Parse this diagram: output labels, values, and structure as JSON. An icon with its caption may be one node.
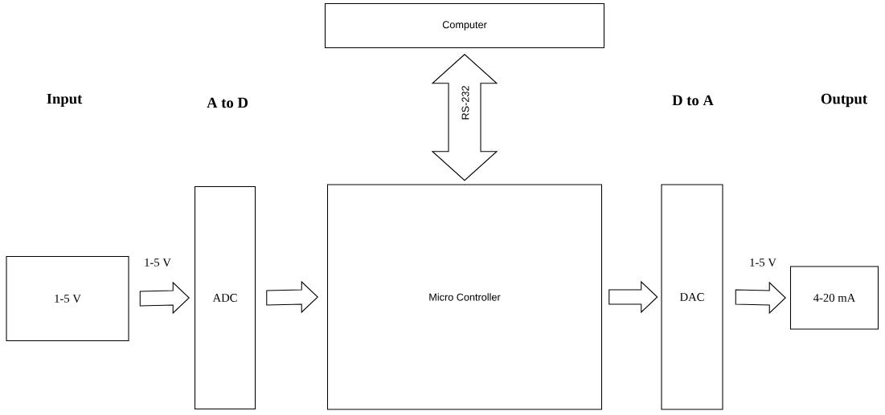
{
  "diagram": {
    "nodes": [
      {
        "text": [
          "1-5 V"
        ]
      },
      {
        "text": [
          "ADC"
        ]
      },
      {
        "text": [
          "Micro Controller"
        ]
      },
      {
        "text": [
          "DAC"
        ]
      },
      {
        "text": [
          "4-20 mA"
        ]
      },
      {
        "text": [
          "Computer"
        ]
      }
    ],
    "edges": [
      {
        "from": 0,
        "to": 1,
        "arrow": "to",
        "label": "1-5 V"
      },
      {
        "from": 1,
        "to": 2,
        "arrow": "to"
      },
      {
        "from": 2,
        "to": 3,
        "arrow": "to"
      },
      {
        "from": 3,
        "to": 4,
        "arrow": "to",
        "label": "1-5 V"
      },
      {
        "from": 5,
        "to": 2,
        "arrow": "both",
        "label": "RS-232"
      }
    ],
    "labels": [
      "Input",
      "A to D",
      "D to A",
      "Output"
    ]
  }
}
